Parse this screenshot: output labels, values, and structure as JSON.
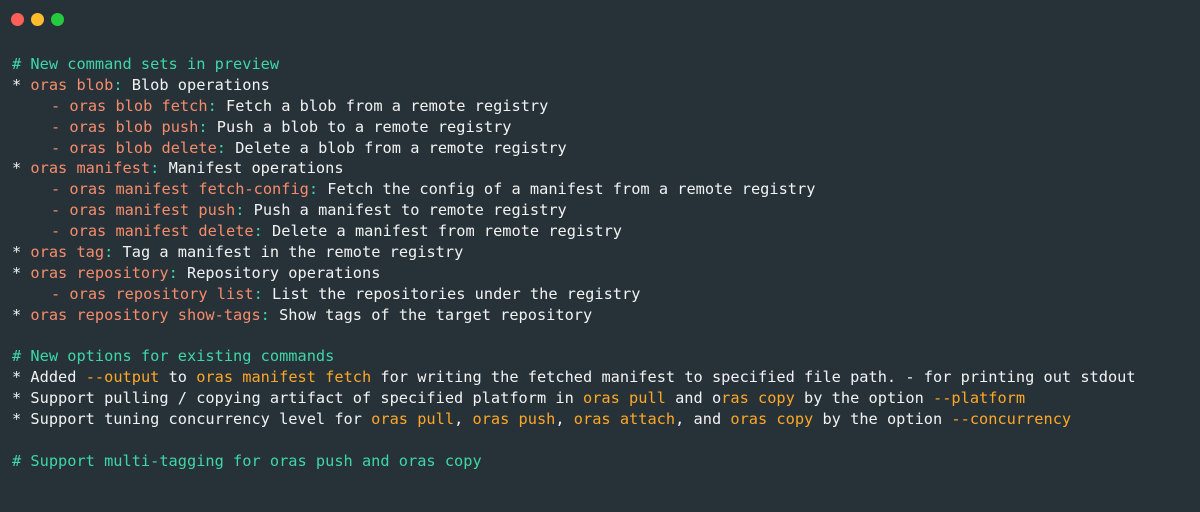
{
  "window": {
    "controls": [
      {
        "name": "close",
        "color": "#ff5f56"
      },
      {
        "name": "minimize",
        "color": "#ffbd2e"
      },
      {
        "name": "maximize",
        "color": "#27c93f"
      }
    ]
  },
  "colors": {
    "background": "#263238",
    "heading": "#3fd6a8",
    "command": "#f78c6c",
    "highlight": "#ffa726",
    "text": "#f2f2f2"
  },
  "lines": [
    {
      "kind": "heading",
      "segments": [
        {
          "t": "# New command sets in preview",
          "c": "heading"
        }
      ]
    },
    {
      "kind": "item",
      "segments": [
        {
          "t": "* ",
          "c": "plain"
        },
        {
          "t": "oras blob",
          "c": "cmd"
        },
        {
          "t": ":",
          "c": "colon"
        },
        {
          "t": " Blob operations",
          "c": "plain"
        }
      ]
    },
    {
      "kind": "sub",
      "segments": [
        {
          "t": "- ",
          "c": "cmd"
        },
        {
          "t": "oras blob fetch",
          "c": "cmd"
        },
        {
          "t": ":",
          "c": "colon"
        },
        {
          "t": " Fetch a blob from a remote registry",
          "c": "plain"
        }
      ]
    },
    {
      "kind": "sub",
      "segments": [
        {
          "t": "- ",
          "c": "cmd"
        },
        {
          "t": "oras blob push",
          "c": "cmd"
        },
        {
          "t": ":",
          "c": "colon"
        },
        {
          "t": " Push a blob to a remote registry",
          "c": "plain"
        }
      ]
    },
    {
      "kind": "sub",
      "segments": [
        {
          "t": "- ",
          "c": "cmd"
        },
        {
          "t": "oras blob delete",
          "c": "cmd"
        },
        {
          "t": ":",
          "c": "colon"
        },
        {
          "t": " Delete a blob from a remote registry",
          "c": "plain"
        }
      ]
    },
    {
      "kind": "item",
      "segments": [
        {
          "t": "* ",
          "c": "plain"
        },
        {
          "t": "oras manifest",
          "c": "cmd"
        },
        {
          "t": ":",
          "c": "colon"
        },
        {
          "t": " Manifest operations",
          "c": "plain"
        }
      ]
    },
    {
      "kind": "sub",
      "segments": [
        {
          "t": "- ",
          "c": "cmd"
        },
        {
          "t": "oras manifest fetch-config",
          "c": "cmd"
        },
        {
          "t": ":",
          "c": "colon"
        },
        {
          "t": " Fetch the config of a manifest from a remote registry",
          "c": "plain"
        }
      ]
    },
    {
      "kind": "sub",
      "segments": [
        {
          "t": "- ",
          "c": "cmd"
        },
        {
          "t": "oras manifest push",
          "c": "cmd"
        },
        {
          "t": ":",
          "c": "colon"
        },
        {
          "t": " Push a manifest to remote registry",
          "c": "plain"
        }
      ]
    },
    {
      "kind": "sub",
      "segments": [
        {
          "t": "- ",
          "c": "cmd"
        },
        {
          "t": "oras manifest delete",
          "c": "cmd"
        },
        {
          "t": ":",
          "c": "colon"
        },
        {
          "t": " Delete a manifest from remote registry",
          "c": "plain"
        }
      ]
    },
    {
      "kind": "item",
      "segments": [
        {
          "t": "* ",
          "c": "plain"
        },
        {
          "t": "oras tag",
          "c": "cmd"
        },
        {
          "t": ":",
          "c": "colon"
        },
        {
          "t": " Tag a manifest in the remote registry",
          "c": "plain"
        }
      ]
    },
    {
      "kind": "item",
      "segments": [
        {
          "t": "* ",
          "c": "plain"
        },
        {
          "t": "oras repository",
          "c": "cmd"
        },
        {
          "t": ":",
          "c": "colon"
        },
        {
          "t": " Repository operations",
          "c": "plain"
        }
      ]
    },
    {
      "kind": "sub",
      "segments": [
        {
          "t": "- ",
          "c": "cmd"
        },
        {
          "t": "oras repository list",
          "c": "cmd"
        },
        {
          "t": ":",
          "c": "colon"
        },
        {
          "t": " List the repositories under the registry",
          "c": "plain"
        }
      ]
    },
    {
      "kind": "item",
      "segments": [
        {
          "t": "* ",
          "c": "plain"
        },
        {
          "t": "oras repository show-tags",
          "c": "cmd"
        },
        {
          "t": ":",
          "c": "colon"
        },
        {
          "t": " Show tags of the target repository",
          "c": "plain"
        }
      ]
    },
    {
      "kind": "blank",
      "segments": []
    },
    {
      "kind": "heading",
      "segments": [
        {
          "t": "# New options for existing commands",
          "c": "heading"
        }
      ]
    },
    {
      "kind": "item",
      "segments": [
        {
          "t": "* Added ",
          "c": "plain"
        },
        {
          "t": "--output",
          "c": "hl"
        },
        {
          "t": " to ",
          "c": "plain"
        },
        {
          "t": "oras manifest fetch",
          "c": "hl"
        },
        {
          "t": " for writing the fetched manifest to specified file path. - for printing out stdout",
          "c": "plain"
        }
      ]
    },
    {
      "kind": "item",
      "segments": [
        {
          "t": "* Support pulling / copying artifact of specified platform in ",
          "c": "plain"
        },
        {
          "t": "oras pull",
          "c": "hl"
        },
        {
          "t": " and o",
          "c": "plain"
        },
        {
          "t": "ras copy",
          "c": "hl"
        },
        {
          "t": " by the option ",
          "c": "plain"
        },
        {
          "t": "--platform",
          "c": "hl"
        }
      ]
    },
    {
      "kind": "item",
      "segments": [
        {
          "t": "* Support tuning concurrency level for ",
          "c": "plain"
        },
        {
          "t": "oras pull",
          "c": "hl"
        },
        {
          "t": ", ",
          "c": "plain"
        },
        {
          "t": "oras push",
          "c": "hl"
        },
        {
          "t": ", ",
          "c": "plain"
        },
        {
          "t": "oras attach",
          "c": "hl"
        },
        {
          "t": ", and ",
          "c": "plain"
        },
        {
          "t": "oras copy",
          "c": "hl"
        },
        {
          "t": " by the option ",
          "c": "plain"
        },
        {
          "t": "--concurrency",
          "c": "hl"
        }
      ]
    },
    {
      "kind": "blank",
      "segments": []
    },
    {
      "kind": "heading",
      "segments": [
        {
          "t": "# Support multi-tagging for oras push and oras copy",
          "c": "heading"
        }
      ]
    }
  ]
}
